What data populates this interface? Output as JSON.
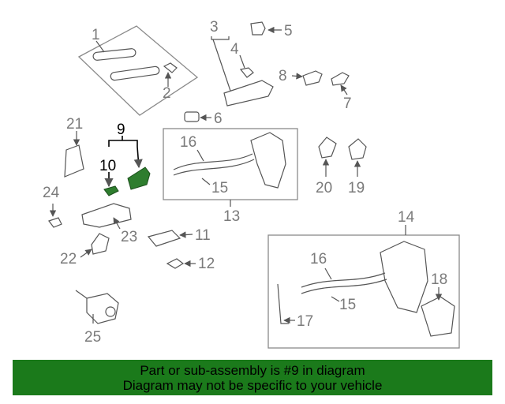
{
  "diagram": {
    "callouts": {
      "c1": "1",
      "c2": "2",
      "c3": "3",
      "c4": "4",
      "c5": "5",
      "c6": "6",
      "c7": "7",
      "c8": "8",
      "c9": "9",
      "c10": "10",
      "c11": "11",
      "c12": "12",
      "c13": "13",
      "c14": "14",
      "c15a": "15",
      "c15b": "15",
      "c16a": "16",
      "c16b": "16",
      "c17": "17",
      "c18": "18",
      "c19": "19",
      "c20": "20",
      "c21": "21",
      "c22": "22",
      "c23": "23",
      "c24": "24",
      "c25": "25"
    },
    "highlight_color": "#2e7d2e",
    "line_color": "#555555",
    "label_color": "#7a7a7a"
  },
  "footer": {
    "line1": "Part or sub-assembly is #9 in diagram",
    "line2": "Diagram may not be specific to your vehicle",
    "background": "#1b7a1b"
  }
}
